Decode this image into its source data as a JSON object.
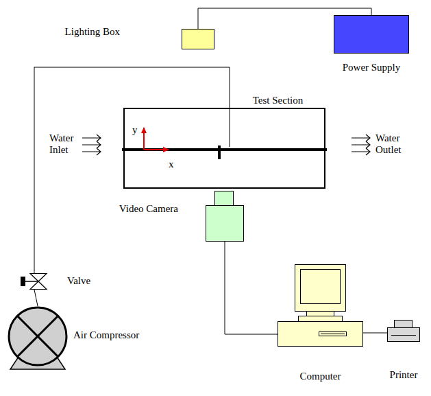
{
  "diagram": {
    "nodes": [
      {
        "text": [
          "Lighting Box"
        ]
      },
      {
        "text": [
          "Power Supply"
        ]
      },
      {
        "text": [
          "Test Section"
        ]
      },
      {
        "text": [
          "Video Camera"
        ]
      },
      {
        "text": [
          "Valve"
        ]
      },
      {
        "text": [
          "Air Compressor"
        ]
      },
      {
        "text": [
          "Computer"
        ]
      },
      {
        "text": [
          "Printer"
        ]
      }
    ],
    "edges": [
      {
        "from": 0,
        "to": 1,
        "arrow": "none"
      },
      {
        "from": 4,
        "to": 2,
        "arrow": "none"
      },
      {
        "from": 4,
        "to": 5,
        "arrow": "none"
      },
      {
        "from": 3,
        "to": 6,
        "arrow": "none"
      },
      {
        "from": 6,
        "to": 7,
        "arrow": "none"
      }
    ],
    "labels": [
      "y",
      "x",
      "Water Inlet",
      "Water Outlet"
    ]
  }
}
